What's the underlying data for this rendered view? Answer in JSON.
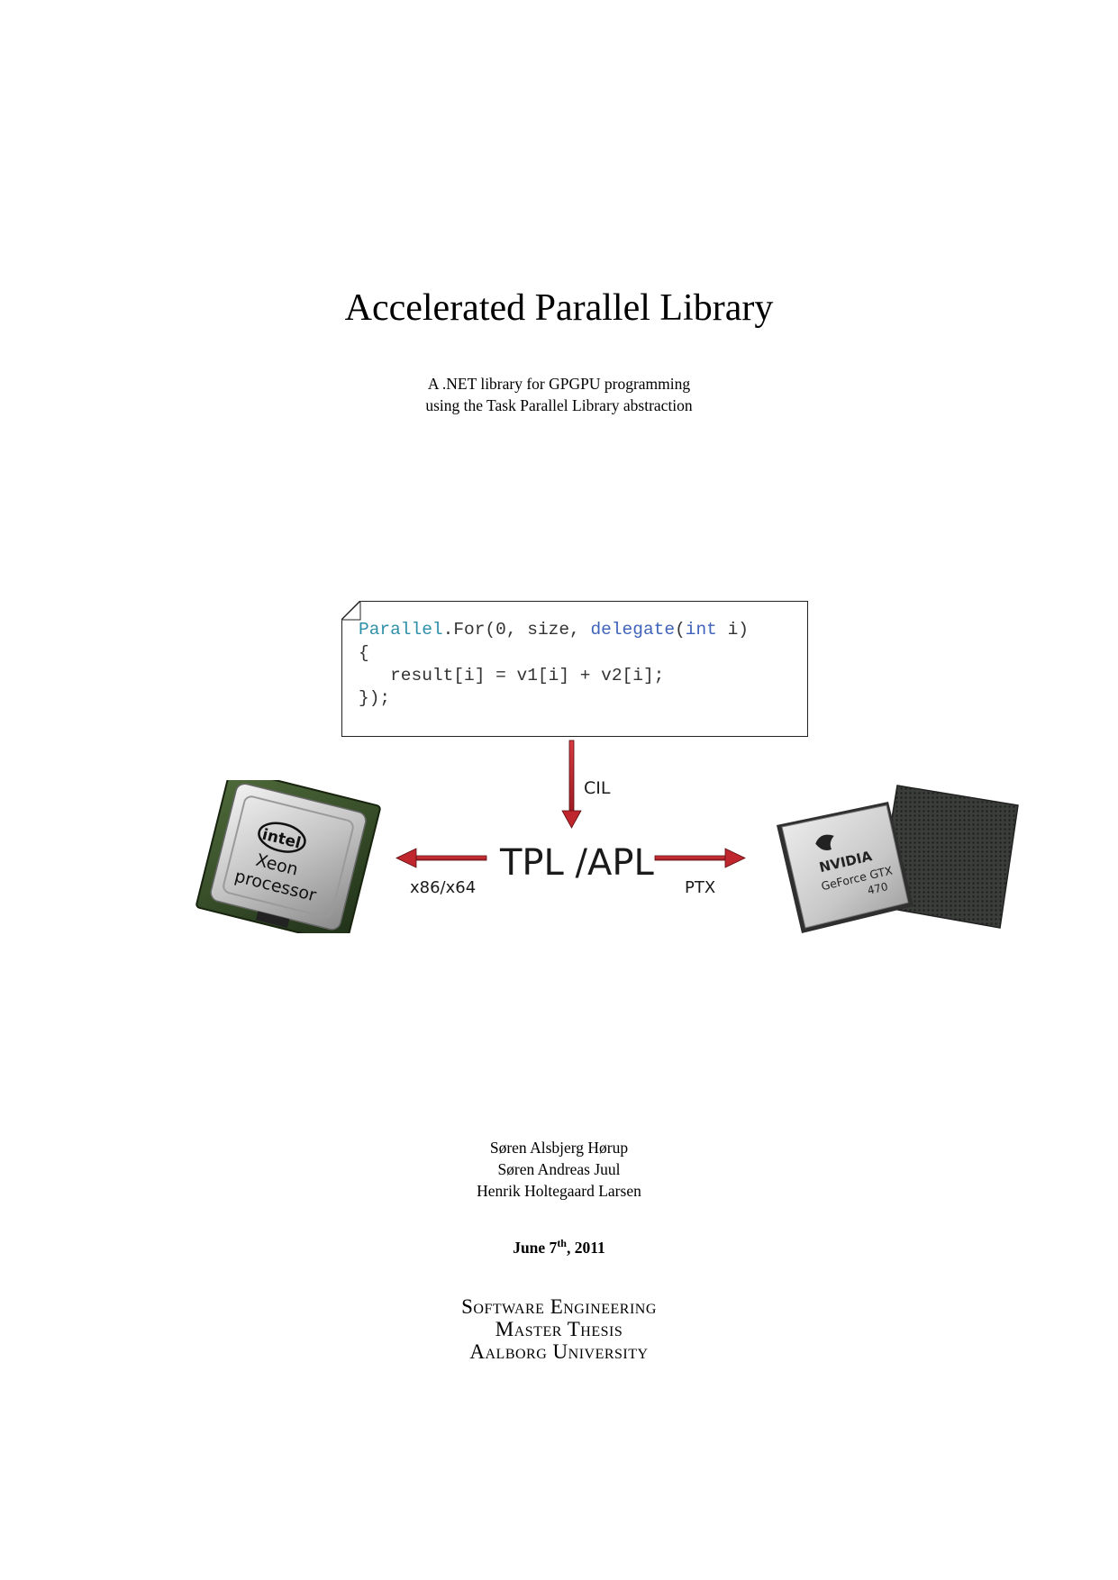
{
  "title": "Accelerated Parallel Library",
  "subtitle": {
    "line1": "A .NET library for GPGPU programming",
    "line2": "using the Task Parallel Library abstraction"
  },
  "code": {
    "line1": {
      "class_name": "Parallel",
      "call": ".For(0, size, ",
      "keyword": "delegate",
      "open": "(",
      "type": "int",
      "close": " i)"
    },
    "line2": "{",
    "line3": "   result[i] = v1[i] + v2[i];",
    "line4": "});"
  },
  "diagram": {
    "cil_label": "CIL",
    "center_label": "TPL /APL",
    "left_label": "x86/x64",
    "right_label": "PTX",
    "cpu_chip": {
      "brand": "intel",
      "line1": "Xeon",
      "line2": "processor"
    },
    "gpu_chip": {
      "brand": "NVIDIA",
      "model": "GeForce GTX",
      "number": "470"
    },
    "arrow_color": "#c0262d"
  },
  "authors": [
    "Søren Alsbjerg Hørup",
    "Søren Andreas Juul",
    "Henrik Holtegaard Larsen"
  ],
  "date": {
    "main": "June 7",
    "sup": "th",
    "year": ", 2011"
  },
  "affiliation": [
    "Software Engineering",
    "Master Thesis",
    "Aalborg University"
  ]
}
